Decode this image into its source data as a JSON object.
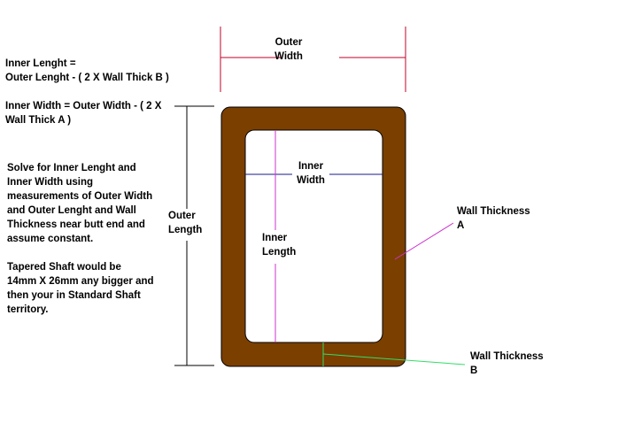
{
  "notes": {
    "inner_length_formula": [
      "Inner Lenght =",
      "Outer Lenght - ( 2 X Wall Thick B )"
    ],
    "inner_width_formula": [
      "Inner Width = Outer Width - (  2 X",
      "Wall Thick A )"
    ],
    "solve_note": [
      "Solve for Inner Lenght and",
      "Inner Width using",
      "measurements of Outer Width",
      "and Outer Lenght and Wall",
      "Thickness near butt end and",
      "assume constant."
    ],
    "tapered_note": [
      "Tapered Shaft would be",
      "14mm X 26mm any bigger and",
      "then your in Standard Shaft",
      "territory."
    ]
  },
  "labels": {
    "outer_width": [
      "Outer",
      "Width"
    ],
    "outer_length": [
      "Outer",
      "Length"
    ],
    "inner_width": [
      "Inner",
      "Width"
    ],
    "inner_length": [
      "Inner",
      "Length"
    ],
    "wall_thickness_a": [
      "Wall Thickness",
      "A"
    ],
    "wall_thickness_b": [
      "Wall Thickness",
      "B"
    ]
  },
  "colors": {
    "wall_fill": "#7b3f00",
    "inner_fill": "#ffffff",
    "dimension_red": "#c0002a",
    "dimension_black": "#000000",
    "inner_width_line": "#1a1a8c",
    "inner_length_line": "#cc33cc",
    "wall_a_leader": "#cc33cc",
    "wall_b_leader": "#33dd66"
  }
}
